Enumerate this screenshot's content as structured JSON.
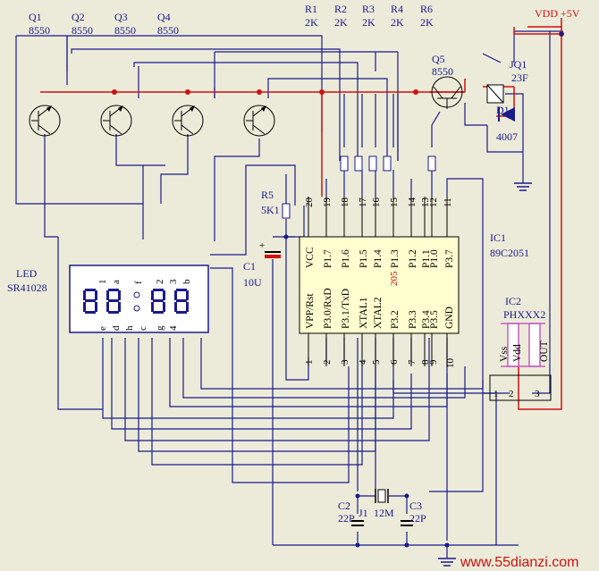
{
  "labels": {
    "q1": "Q1",
    "q1_type": "8550",
    "q2": "Q2",
    "q2_type": "8550",
    "q3": "Q3",
    "q3_type": "8550",
    "q4": "Q4",
    "q4_type": "8550",
    "r1": "R1",
    "r1_val": "2K",
    "r2": "R2",
    "r2_val": "2K",
    "r3": "R3",
    "r3_val": "2K",
    "r4": "R4",
    "r4_val": "2K",
    "r6": "R6",
    "r6_val": "2K",
    "vdd": "VDD +5V",
    "q5": "Q5",
    "q5_type": "8550",
    "jq1": "JQ1",
    "jq1_val": "23F",
    "d1": "D1",
    "d1_val": "4007",
    "r5": "R5",
    "r5_val": "5K1",
    "c1": "C1",
    "c1_val": "10U",
    "led": "LED",
    "led_part": "SR41028",
    "ic1": "IC1",
    "ic1_part": "89C2051",
    "ic2": "IC2",
    "ic2_part": "PHXXX2",
    "c2": "C2",
    "c2_val": "22P",
    "c3": "C3",
    "c3_val": "22P",
    "j1": "J1",
    "j1_val": "12M",
    "ic_mark": "205",
    "watermark": "www.55dianzi.com"
  },
  "ic1_pins_top": [
    "20",
    "19",
    "18",
    "17",
    "16",
    "15",
    "14",
    "13",
    "12",
    "11"
  ],
  "ic1_names_top": [
    "VCC",
    "P1.7",
    "P1.6",
    "P1.5",
    "P1.4",
    "P1.3",
    "P1.2",
    "P1.1",
    "P1.0",
    "P3.7"
  ],
  "ic1_pins_bottom": [
    "1",
    "2",
    "3",
    "4",
    "5",
    "6",
    "7",
    "8",
    "9",
    "10"
  ],
  "ic1_names_bottom": [
    "VPP/Rst",
    "P3.0/RxD",
    "P3.1/TxD",
    "XTAL1",
    "XTAL2",
    "P3.2",
    "P3.3",
    "P3.4",
    "P3.5",
    "GND"
  ],
  "led_pins_top": [
    "1",
    "a",
    "f",
    "2",
    "3",
    "b"
  ],
  "led_pins_bottom": [
    "e",
    "d",
    "h",
    "c",
    "g",
    "4"
  ],
  "ic2_pins": [
    "1",
    "2",
    "3"
  ],
  "ic2_names": [
    "Vss",
    "Vdd",
    "OUT"
  ]
}
